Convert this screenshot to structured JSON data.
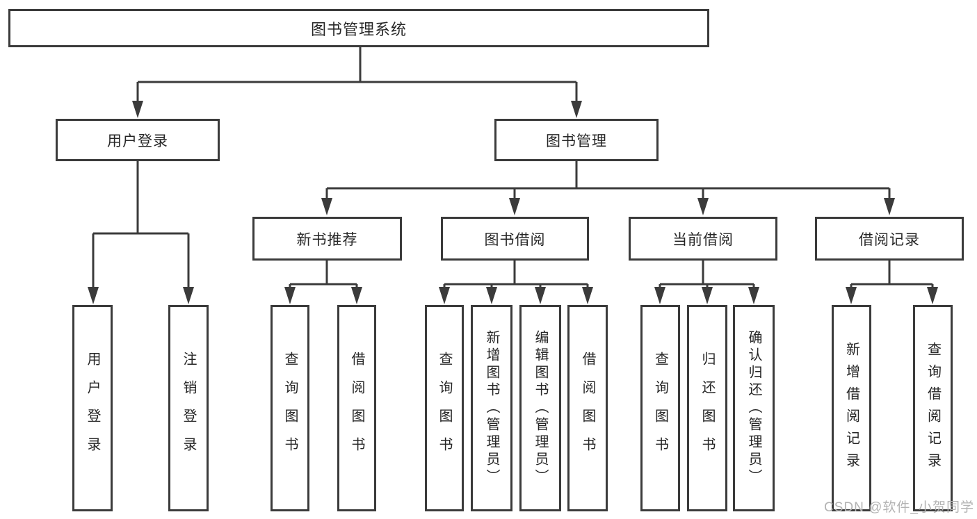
{
  "tree": {
    "label": "图书管理系统",
    "children": [
      {
        "label": "用户登录",
        "children": [
          {
            "label": "用户登录"
          },
          {
            "label": "注销登录"
          }
        ]
      },
      {
        "label": "图书管理",
        "children": [
          {
            "label": "新书推荐",
            "children": [
              {
                "label": "查询图书"
              },
              {
                "label": "借阅图书"
              }
            ]
          },
          {
            "label": "图书借阅",
            "children": [
              {
                "label": "查询图书"
              },
              {
                "label": "新增图书（管理员）"
              },
              {
                "label": "编辑图书（管理员）"
              },
              {
                "label": "借阅图书"
              }
            ]
          },
          {
            "label": "当前借阅",
            "children": [
              {
                "label": "查询图书"
              },
              {
                "label": "归还图书"
              },
              {
                "label": "确认归还（管理员）"
              }
            ]
          },
          {
            "label": "借阅记录",
            "children": [
              {
                "label": "新增借阅记录"
              },
              {
                "label": "查询借阅记录"
              }
            ]
          }
        ]
      }
    ]
  },
  "watermark": {
    "text": "CSDN @软件_小贺同学"
  },
  "colors": {
    "line": "#3b3b3b",
    "text": "#262626",
    "watermark": "#b3b3b3",
    "bg": "#ffffff"
  }
}
